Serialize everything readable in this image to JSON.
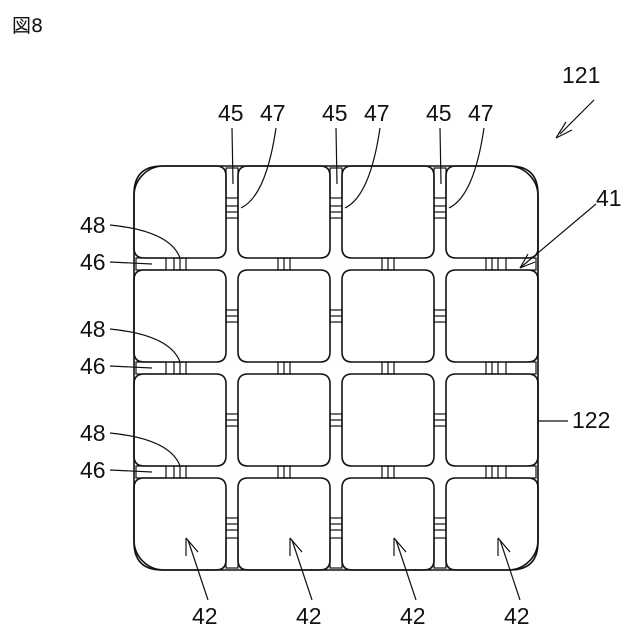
{
  "figure": {
    "title": "図8"
  },
  "labels": {
    "assembly": "121",
    "frame": "41",
    "outline": "122",
    "cell": "42",
    "post": "45",
    "notch": "47",
    "bridge": "46",
    "bridge_notch": "48"
  },
  "grid": {
    "rows": 4,
    "cols": 4
  }
}
